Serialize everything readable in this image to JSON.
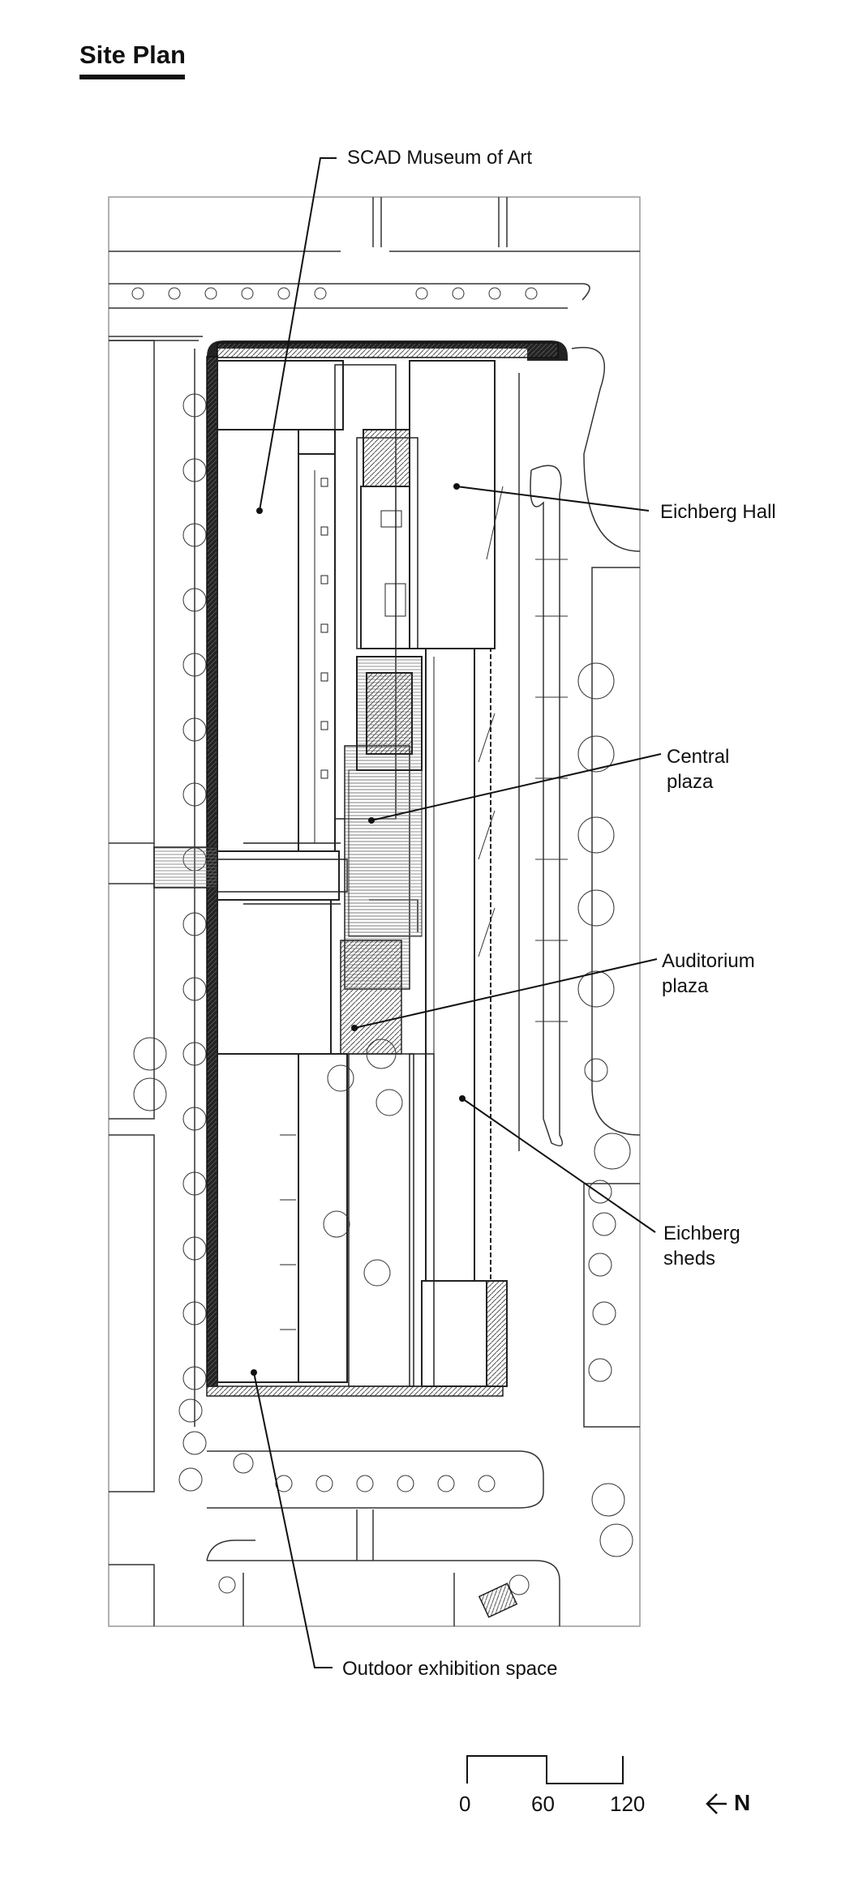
{
  "title": "Site Plan",
  "labels": {
    "museum": "SCAD Museum of Art",
    "eichberg_hall": "Eichberg Hall",
    "central_plaza_1": "Central",
    "central_plaza_2": "plaza",
    "auditorium_plaza_1": "Auditorium",
    "auditorium_plaza_2": "plaza",
    "eichberg_sheds_1": "Eichberg",
    "eichberg_sheds_2": "sheds",
    "outdoor": "Outdoor exhibition space"
  },
  "scale": {
    "tick_0": "0",
    "tick_1": "60",
    "tick_2": "120"
  },
  "north": {
    "label": "N",
    "icon": "arrow-left-icon"
  },
  "colors": {
    "ink": "#111111",
    "paper": "#ffffff",
    "hatch": "#555555"
  }
}
